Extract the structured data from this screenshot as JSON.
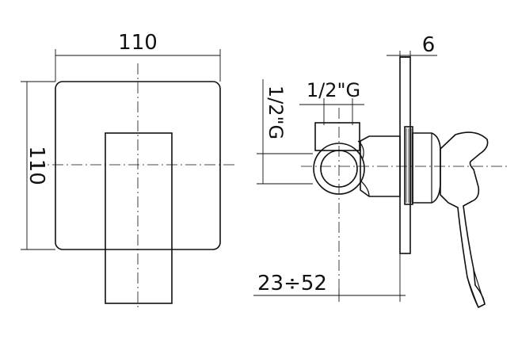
{
  "drawing": {
    "front_width": "110",
    "front_height": "110",
    "depth": "6",
    "thread_top": "1/2\"G",
    "thread_side": "1/2\"G",
    "range": "23÷52"
  }
}
